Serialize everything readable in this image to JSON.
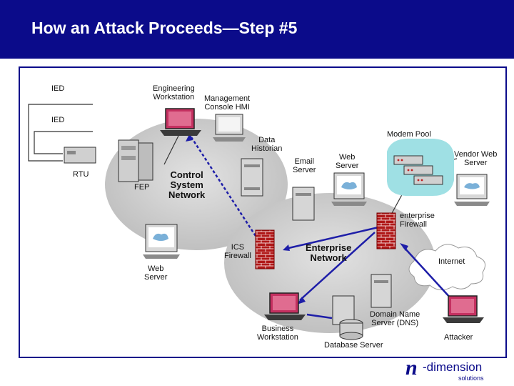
{
  "title": "How an Attack Proceeds—Step #5",
  "labels": {
    "ied1": "IED",
    "eng_ws": "Engineering\nWorkstation",
    "mgmt": "Management\nConsole HMI",
    "ied2": "IED",
    "rtu": "RTU",
    "fep": "FEP",
    "control_net": "Control\nSystem\nNetwork",
    "historian": "Data\nHistorian",
    "email": "Email\nServer",
    "web_server_top": "Web\nServer",
    "modem_pool": "Modem Pool",
    "vendor_web": "Vendor Web\nServer",
    "ent_firewall": "enterprise\nFirewall",
    "ics_firewall": "ICS\nFirewall",
    "ent_net": "Enterprise\nNetwork",
    "internet": "Internet",
    "web_server_left": "Web\nServer",
    "business_ws": "Business\nWorkstation",
    "dns": "Domain Name\nServer (DNS)",
    "attacker": "Attacker",
    "db_server": "Database Server"
  },
  "logo": {
    "mark": "n",
    "word": "-dimension",
    "sub": "solutions"
  },
  "colors": {
    "title_bg": "#0b0b8a",
    "network_fill": "#c8c8c8",
    "attack_path": "#1e1ea8",
    "firewall": "#b01818",
    "modem_bg": "#9fe0e4"
  }
}
